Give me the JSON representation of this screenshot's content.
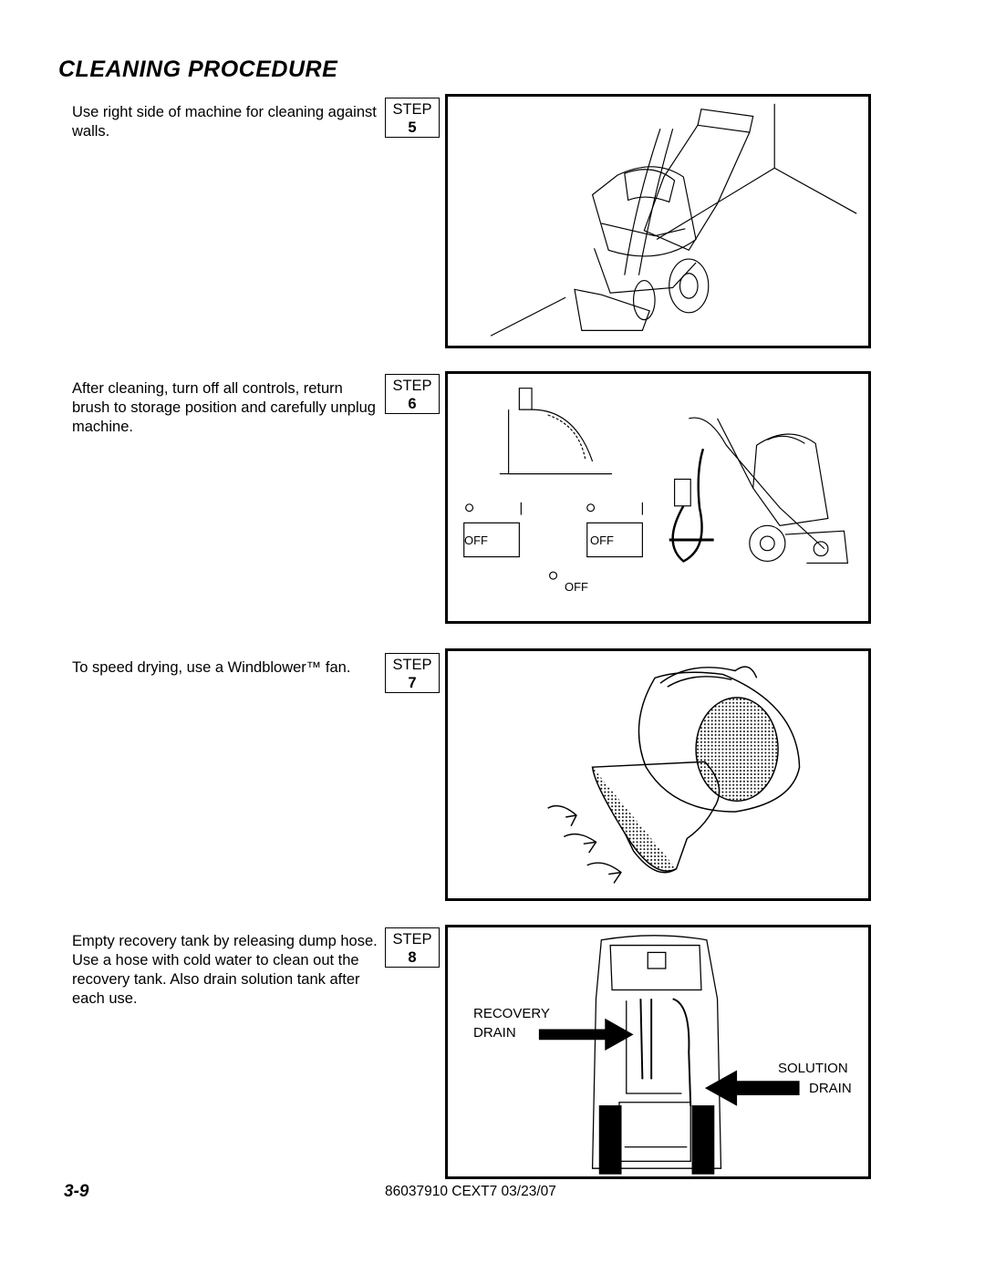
{
  "page": {
    "title": "CLEANING PROCEDURE",
    "page_number": "3-9",
    "footer": "86037910 CEXT7 03/23/07"
  },
  "steps": [
    {
      "step_label": "STEP",
      "number": "5",
      "text": "Use right side of machine for cleaning against walls."
    },
    {
      "step_label": "STEP",
      "number": "6",
      "text": "After cleaning, turn off all controls, return brush to storage position and carefully unplug machine.",
      "labels": {
        "off_left": "OFF",
        "off_right": "OFF",
        "off_dial": "OFF"
      }
    },
    {
      "step_label": "STEP",
      "number": "7",
      "text": "To speed drying, use a Windblower™ fan."
    },
    {
      "step_label": "STEP",
      "number": "8",
      "text": "Empty recovery tank by releasing dump hose.  Use a hose with cold water to clean out the recovery tank.  Also drain solution tank after each use.",
      "labels": {
        "recovery_1": "RECOVERY",
        "recovery_2": "DRAIN",
        "solution_1": "SOLUTION",
        "solution_2": "DRAIN"
      }
    }
  ]
}
